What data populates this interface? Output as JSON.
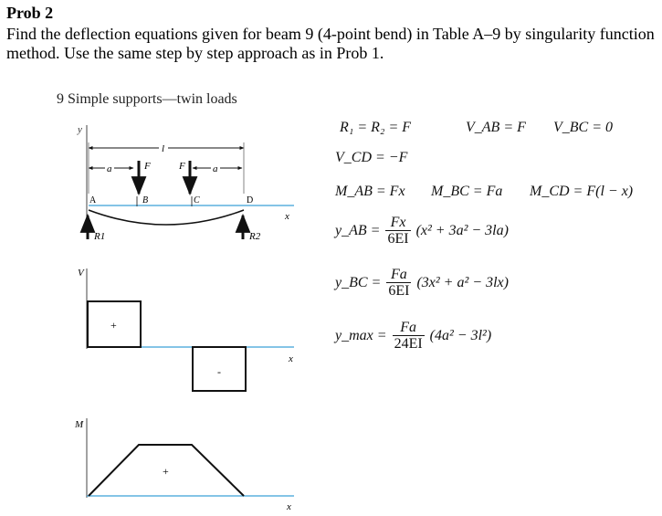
{
  "problem": {
    "heading": "Prob 2",
    "text": "Find the deflection equations given for beam 9 (4-point bend) in Table A–9 by singularity function method. Use the same step by step approach as in Prob 1."
  },
  "figure": {
    "title": "9 Simple supports—twin loads",
    "labels": {
      "y": "y",
      "l": "l",
      "a_left": "a",
      "a_right": "a",
      "F_left": "F",
      "F_right": "F",
      "A": "A",
      "B": "B",
      "C": "C",
      "D": "D",
      "x1": "x",
      "R1": "R1",
      "R2": "R2",
      "V": "V",
      "plus_shear": "+",
      "minus_shear": "-",
      "x2": "x",
      "M": "M",
      "plus_moment": "+",
      "x3": "x"
    }
  },
  "equations": {
    "reactions": "R₁ = R₂ = F",
    "v_ab": "V_AB = F",
    "v_bc": "V_BC = 0",
    "v_cd": "V_CD = −F",
    "m_ab": "M_AB = Fx",
    "m_bc": "M_BC = Fa",
    "m_cd": "M_CD = F(l − x)",
    "y_ab_lhs": "y_AB =",
    "y_ab_num": "Fx",
    "y_ab_den": "6EI",
    "y_ab_rest": "(x² + 3a² − 3la)",
    "y_bc_lhs": "y_BC =",
    "y_bc_num": "Fa",
    "y_bc_den": "6EI",
    "y_bc_rest": "(3x² + a² − 3lx)",
    "y_max_lhs": "y_max =",
    "y_max_num": "Fa",
    "y_max_den": "24EI",
    "y_max_rest": "(4a² − 3l²)"
  }
}
